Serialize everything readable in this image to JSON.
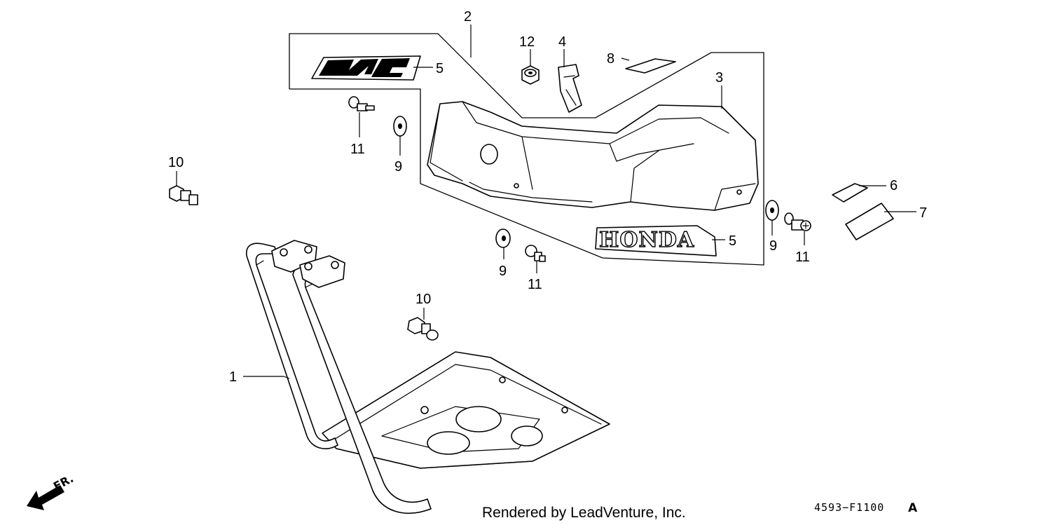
{
  "callouts": [
    {
      "id": "c1",
      "label": "1"
    },
    {
      "id": "c2",
      "label": "2"
    },
    {
      "id": "c3",
      "label": "3"
    },
    {
      "id": "c4",
      "label": "4"
    },
    {
      "id": "c5a",
      "label": "5"
    },
    {
      "id": "c5b",
      "label": "5"
    },
    {
      "id": "c6",
      "label": "6"
    },
    {
      "id": "c7",
      "label": "7"
    },
    {
      "id": "c8",
      "label": "8"
    },
    {
      "id": "c9a",
      "label": "9"
    },
    {
      "id": "c9b",
      "label": "9"
    },
    {
      "id": "c9c",
      "label": "9"
    },
    {
      "id": "c10a",
      "label": "10"
    },
    {
      "id": "c10b",
      "label": "10"
    },
    {
      "id": "c11a",
      "label": "11"
    },
    {
      "id": "c11b",
      "label": "11"
    },
    {
      "id": "c11c",
      "label": "11"
    },
    {
      "id": "c12",
      "label": "12"
    }
  ],
  "decal_text": "HONDA",
  "direction_label": "FR.",
  "footer": {
    "rendered_by": "Rendered by LeadVenture, Inc.",
    "diagram_code": "4593−F1100",
    "diagram_suffix": "A"
  }
}
